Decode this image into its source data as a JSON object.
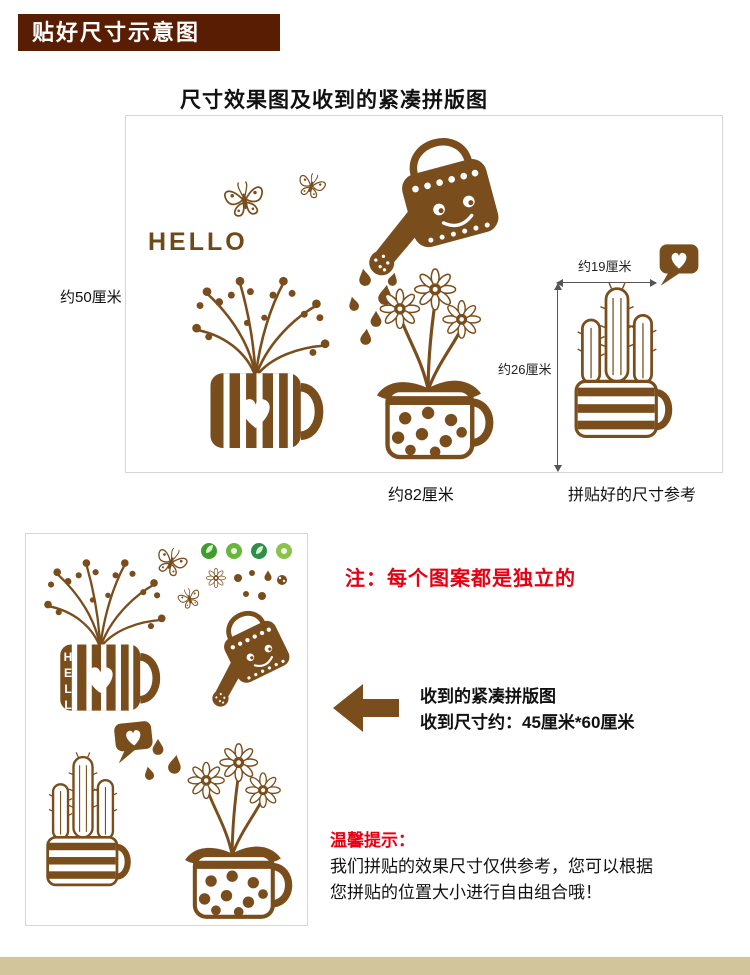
{
  "header": {
    "title": "贴好尺寸示意图"
  },
  "section": {
    "title": "尺寸效果图及收到的紧凑拼版图"
  },
  "diagram": {
    "hello": "HELLO",
    "height_label": "约50厘米",
    "width_label": "约82厘米",
    "cactus_width_label": "约19厘米",
    "cactus_height_label": "约26厘米",
    "caption": "拼贴好的尺寸参考"
  },
  "compact_sheet": {
    "hello_vertical": "HELLO"
  },
  "annotations": {
    "note": "注：每个图案都是独立的",
    "received_line1": "收到的紧凑拼版图",
    "received_line2": "收到尺寸约：45厘米*60厘米"
  },
  "tips": {
    "title": "温馨提示：",
    "line1": "我们拼贴的效果尺寸仅供参考，您可以根据",
    "line2": "您拼贴的位置大小进行自由组合哦！"
  },
  "colors": {
    "header_bg": "#591d03",
    "sticker_brown": "#7a4e1c",
    "note_red": "#e60012",
    "footer_tan": "#d3c59b"
  }
}
